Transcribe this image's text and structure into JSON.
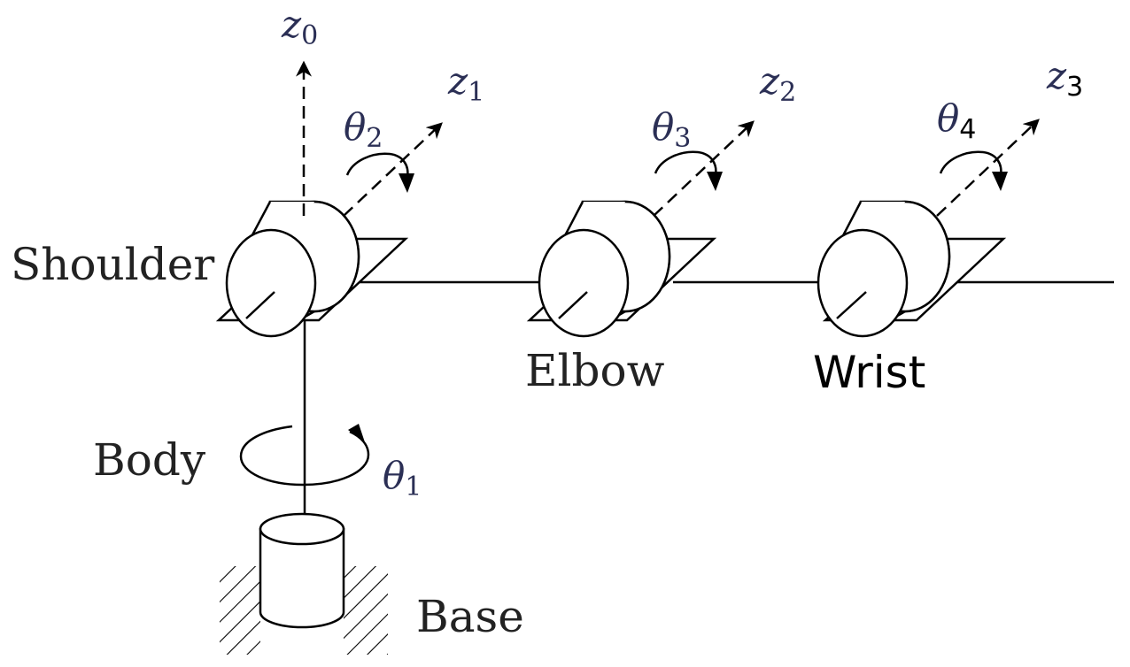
{
  "labels": {
    "shoulder": "Shoulder",
    "elbow": "Elbow",
    "wrist": "Wrist",
    "body": "Body",
    "base": "Base"
  },
  "axes": {
    "z0": {
      "symbol": "z",
      "sub": "0"
    },
    "z1": {
      "symbol": "z",
      "sub": "1"
    },
    "z2": {
      "symbol": "z",
      "sub": "2"
    },
    "z3": {
      "symbol": "z",
      "sub": "3"
    }
  },
  "angles": {
    "theta1": {
      "symbol": "θ",
      "sub": "1"
    },
    "theta2": {
      "symbol": "θ",
      "sub": "2"
    },
    "theta3": {
      "symbol": "θ",
      "sub": "3"
    },
    "theta4": {
      "symbol": "θ",
      "sub": "4"
    }
  }
}
